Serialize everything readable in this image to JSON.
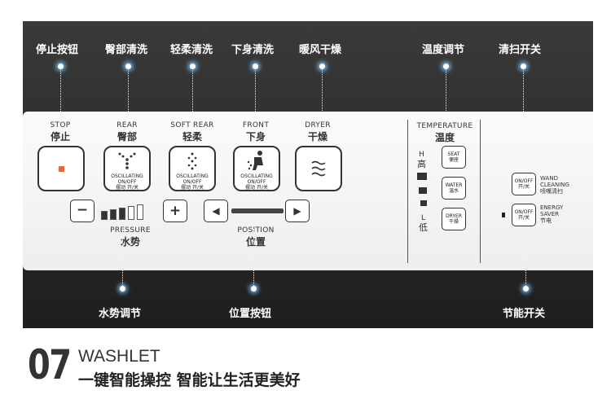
{
  "callouts_top": {
    "stop": "停止按钮",
    "rear": "臀部清洗",
    "soft_rear": "轻柔清洗",
    "front": "下身清洗",
    "dryer": "暖风干燥",
    "temperature": "温度调节",
    "wand_cleaning": "清扫开关"
  },
  "callouts_bottom": {
    "pressure": "水势调节",
    "position": "位置按钮",
    "energy_saver": "节能开关"
  },
  "buttons": {
    "stop": {
      "en": "STOP",
      "zh": "停止"
    },
    "rear": {
      "en": "REAR",
      "zh": "臀部",
      "sub1": "OSCILLATING",
      "sub2": "ON/OFF",
      "sub3": "摆动 开/关"
    },
    "soft_rear": {
      "en": "SOFT REAR",
      "zh": "轻柔",
      "sub1": "OSCILLATING",
      "sub2": "ON/OFF",
      "sub3": "摆动 开/关"
    },
    "front": {
      "en": "FRONT",
      "zh": "下身",
      "sub1": "OSCILLATING",
      "sub2": "ON/OFF",
      "sub3": "摆动 开/关"
    },
    "dryer": {
      "en": "DRYER",
      "zh": "干燥"
    }
  },
  "pressure": {
    "en": "PRESSURE",
    "zh": "水势",
    "minus": "−",
    "plus": "+"
  },
  "position": {
    "en": "POSITION",
    "zh": "位置",
    "left": "◀",
    "right": "▶"
  },
  "temperature": {
    "en": "TEMPERATURE",
    "zh": "温度",
    "high_en": "H",
    "high_zh": "高",
    "low_en": "L",
    "low_zh": "低",
    "seat": {
      "en": "SEAT",
      "zh": "便座"
    },
    "water": {
      "en": "WATER",
      "zh": "温水"
    },
    "dryer": {
      "en": "DRYER",
      "zh": "干燥"
    }
  },
  "wand": {
    "btn1": "ON/OFF",
    "btn2": "开/关",
    "l1": "WAND",
    "l2": "CLEANING",
    "l3": "喷嘴清扫"
  },
  "energy": {
    "btn1": "ON/OFF",
    "btn2": "开/关",
    "l1": "ENERGY",
    "l2": "SAVER",
    "l3": "节电"
  },
  "footer": {
    "number": "07",
    "title": "WASHLET",
    "subtitle": "一键智能操控 智能让生活更美好"
  },
  "colors": {
    "stop_led": "#e06a3a",
    "glow": "#7ec8ff",
    "panel_bg": "#f4f4f4",
    "number_color": "#333333"
  }
}
